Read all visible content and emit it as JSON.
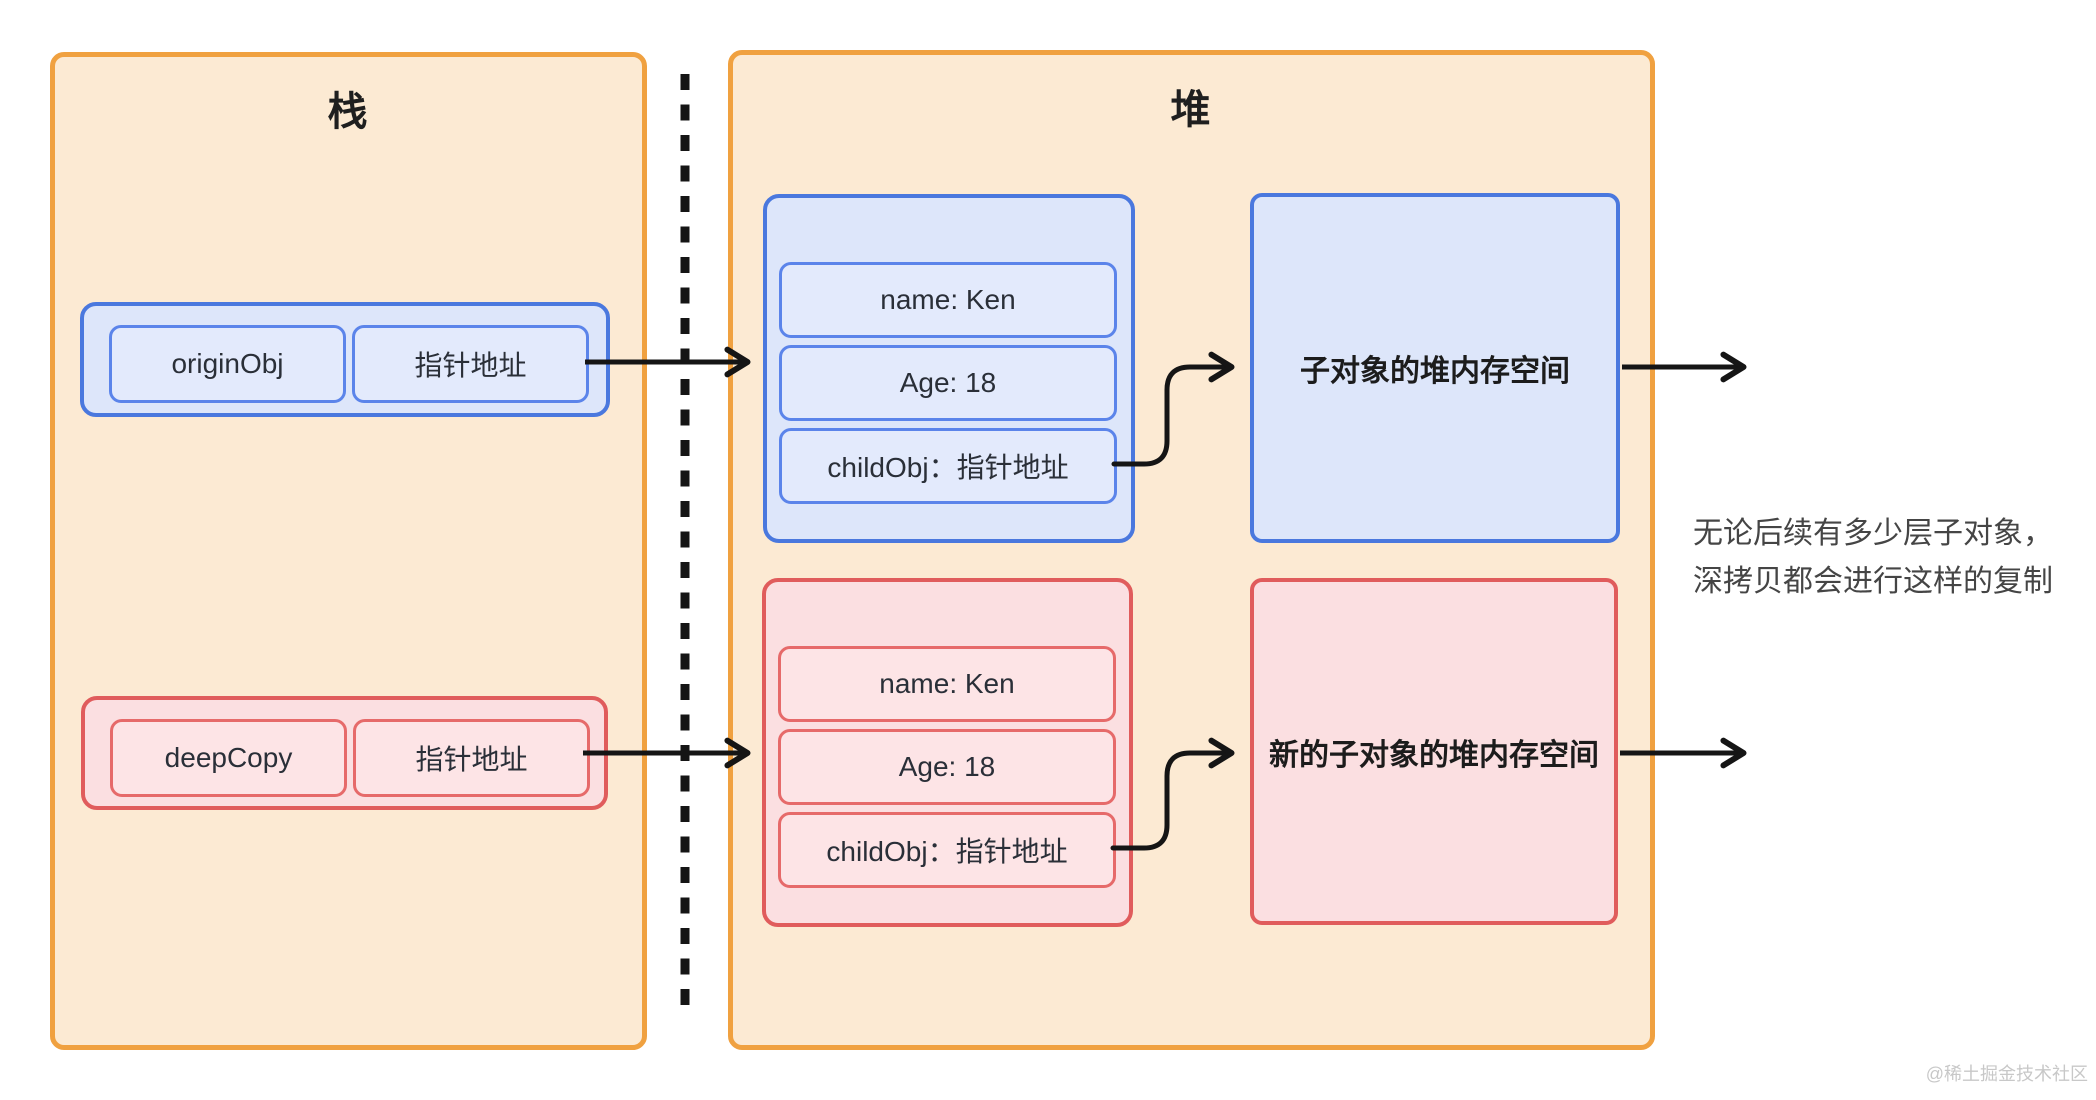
{
  "colors": {
    "orange-border": "#f0a140",
    "orange-fill": "#fcead3",
    "blue-border": "#4a78de",
    "blue-border-light": "#5b84ea",
    "blue-fill": "#dde6fa",
    "blue-fill-light": "#e3eafc",
    "red-border": "#e05c5c",
    "red-border-light": "#e66a6a",
    "red-fill": "#fbdfe1",
    "red-fill-light": "#fde4e6",
    "arrow": "#151515",
    "annotation-text": "#454545",
    "watermark-text": "#c8c8c8"
  },
  "stack": {
    "title": "栈",
    "origin": {
      "name": "originObj",
      "pointer": "指针地址"
    },
    "copy": {
      "name": "deepCopy",
      "pointer": "指针地址"
    }
  },
  "heap": {
    "title": "堆",
    "origin_object": {
      "fields": [
        "name: Ken",
        "Age: 18",
        "childObj：指针地址"
      ]
    },
    "copy_object": {
      "fields": [
        "name: Ken",
        "Age: 18",
        "childObj：指针地址"
      ]
    },
    "child_space_label": "子对象的堆内存空间",
    "new_child_space_label": "新的子对象的堆内存空间"
  },
  "annotation": {
    "line1": "无论后续有多少层子对象，",
    "line2": "深拷贝都会进行这样的复制"
  },
  "watermark": "@稀土掘金技术社区"
}
